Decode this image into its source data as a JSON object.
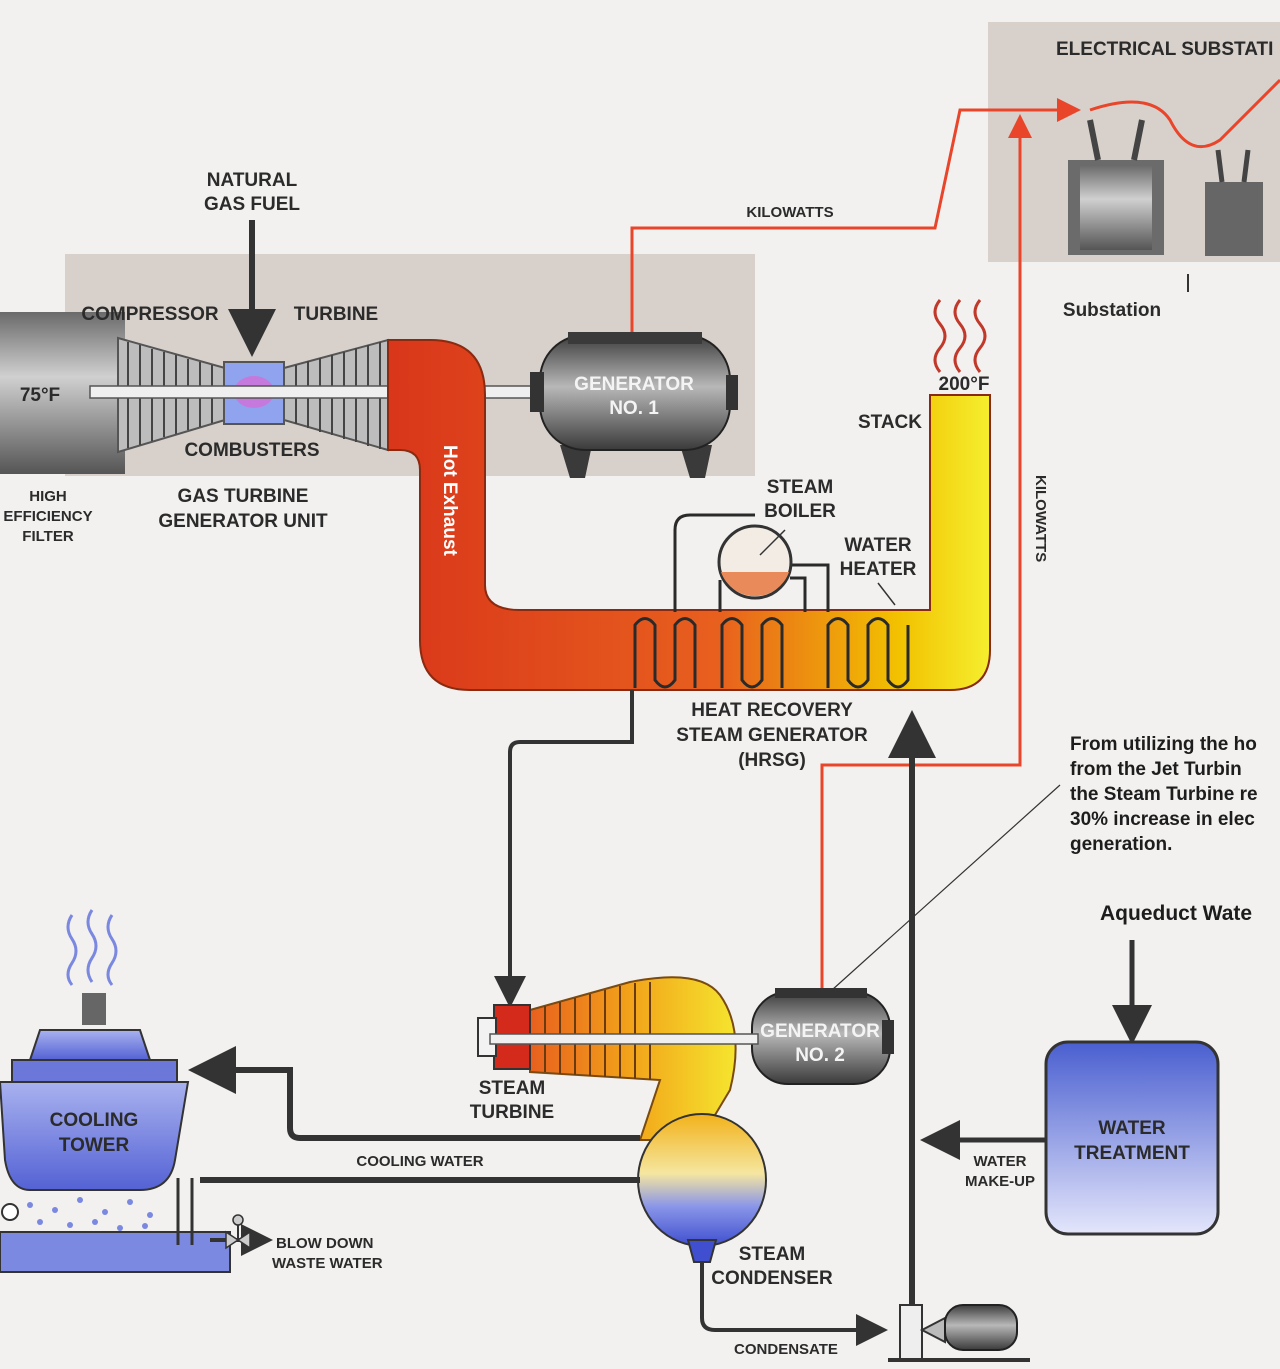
{
  "labels": {
    "natural_gas_1": "NATURAL",
    "natural_gas_2": "GAS FUEL",
    "compressor": "COMPRESSOR",
    "turbine": "TURBINE",
    "temp_in": "75°F",
    "combusters": "COMBUSTERS",
    "filter_1": "HIGH",
    "filter_2": "EFFICIENCY",
    "filter_3": "FILTER",
    "gt_unit_1": "GAS TURBINE",
    "gt_unit_2": "GENERATOR UNIT",
    "generator1_1": "GENERATOR",
    "generator1_2": "NO. 1",
    "kilowatts_top": "KILOWATTS",
    "electrical_substation": "ELECTRICAL SUBSTATI",
    "substation": "Substation",
    "stack": "STACK",
    "stack_temp": "200°F",
    "hot_exhaust": "Hot Exhaust",
    "steam_boiler_1": "STEAM",
    "steam_boiler_2": "BOILER",
    "water_heater_1": "WATER",
    "water_heater_2": "HEATER",
    "kilowatts_vertical": "KILOWATTS",
    "hrsg_1": "HEAT RECOVERY",
    "hrsg_2": "STEAM GENERATOR",
    "hrsg_3": "(HRSG)",
    "note_1": "From utilizing the ho",
    "note_2": "from the    Jet Turbin",
    "note_3": "the Steam Turbine re",
    "note_4": "30% increase in elec",
    "note_5": "generation.",
    "aqueduct": "Aqueduct Wate",
    "cooling_tower_1": "COOLING",
    "cooling_tower_2": "TOWER",
    "steam_turbine_1": "STEAM",
    "steam_turbine_2": "TURBINE",
    "generator2_1": "GENERATOR",
    "generator2_2": "NO. 2",
    "cooling_water": "COOLING WATER",
    "water_makeup_1": "WATER",
    "water_makeup_2": "MAKE-UP",
    "water_treatment_1": "WATER",
    "water_treatment_2": "TREATMENT",
    "blow_down_1": "BLOW DOWN",
    "blow_down_2": "WASTE WATER",
    "steam_condenser_1": "STEAM",
    "steam_condenser_2": "CONDENSER",
    "condensate": "CONDENSATE"
  },
  "colors": {
    "background": "#f2f1ef",
    "panel": "#d8d1cb",
    "power_line": "#e8452b",
    "pipe": "#3a3a3a",
    "hot": "#d9361a",
    "warm": "#f2c200",
    "stack_yellow": "#f5ef2e",
    "water_blue": "#4a5fd0",
    "machine": "#5a5a5a"
  }
}
